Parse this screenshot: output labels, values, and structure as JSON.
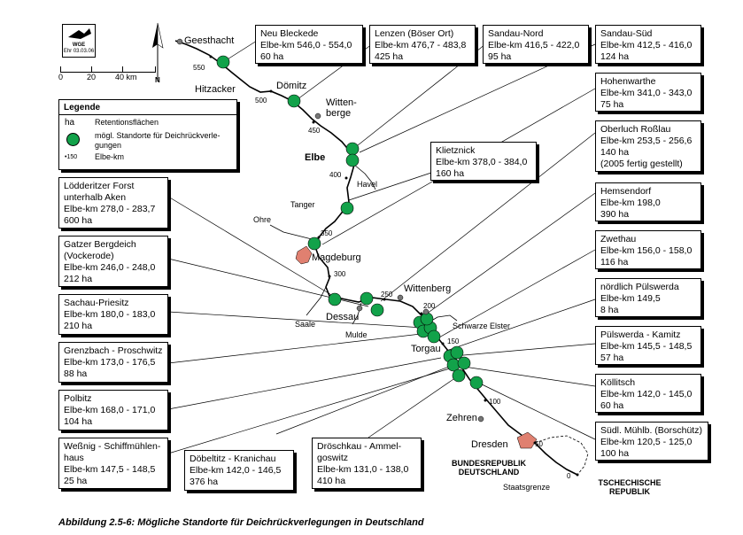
{
  "caption": "Abbildung 2.5-6: Mögliche Standorte für Deichrückverlegungen in Deutschland",
  "logo": {
    "line1": "WGE",
    "line2": "Ehr 03.03.06"
  },
  "scale": {
    "labels": [
      "0",
      "20",
      "40 km"
    ]
  },
  "north": "N",
  "legend": {
    "title": "Legende",
    "ha_key": "ha",
    "ha_text": "Retentionsflächen",
    "site_text": "mögl. Standorte für Deichrückverle-gungen",
    "km_key": "150",
    "km_text": "Elbe-km"
  },
  "places": {
    "geesthacht": "Geesthacht",
    "hitzacker": "Hitzacker",
    "doemitz": "Dömitz",
    "wittenberge": "Witten-berge",
    "tanger": "Tanger",
    "havel": "Havel",
    "ohre": "Ohre",
    "magdeburg": "Magdeburg",
    "dessau": "Dessau",
    "saale": "Saale",
    "mulde": "Mulde",
    "wittenberg": "Wittenberg",
    "schwarze_elster": "Schwarze Elster",
    "torgau": "Torgau",
    "zehren": "Zehren",
    "dresden": "Dresden",
    "staatsgrenze": "Staatsgrenze",
    "elbe": "Elbe"
  },
  "countries": {
    "de": "BUNDESREPUBLIK DEUTSCHLAND",
    "cz": "TSCHECHISCHE REPUBLIK"
  },
  "km_marks": [
    "550",
    "500",
    "450",
    "400",
    "350",
    "300",
    "250",
    "200",
    "150",
    "100",
    "50",
    "0"
  ],
  "sites": [
    {
      "name": "Neu Bleckede",
      "km": "Elbe-km 546,0 - 554,0",
      "ha": "60 ha"
    },
    {
      "name": "Lenzen (Böser Ort)",
      "km": "Elbe-km 476,7 - 483,8",
      "ha": "425 ha"
    },
    {
      "name": "Sandau-Nord",
      "km": "Elbe-km 416,5 - 422,0",
      "ha": "95 ha"
    },
    {
      "name": "Sandau-Süd",
      "km": "Elbe-km 412,5 - 416,0",
      "ha": "124 ha"
    },
    {
      "name": "Hohenwarthe",
      "km": "Elbe-km 341,0 - 343,0",
      "ha": "75 ha"
    },
    {
      "name": "Oberluch Roßlau",
      "km": "Elbe-km 253,5 - 256,6",
      "ha": "140 ha",
      "note": "(2005 fertig gestellt)"
    },
    {
      "name": "Klietznick",
      "km": "Elbe-km 378,0 - 384,0",
      "ha": "160 ha"
    },
    {
      "name": "Hemsendorf",
      "km": "Elbe-km 198,0",
      "ha": "390 ha"
    },
    {
      "name": "Zwethau",
      "km": "Elbe-km 156,0 - 158,0",
      "ha": "116 ha"
    },
    {
      "name": "nördlich Pülswerda",
      "km": "Elbe-km 149,5",
      "ha": "8 ha"
    },
    {
      "name": "Pülswerda - Kamitz",
      "km": "Elbe-km 145,5 - 148,5",
      "ha": "57 ha"
    },
    {
      "name": "Köllitsch",
      "km": "Elbe-km 142,0 - 145,0",
      "ha": "60 ha"
    },
    {
      "name": "Südl. Mühlb. (Borschütz)",
      "km": "Elbe-km 120,5 - 125,0",
      "ha": "100 ha"
    },
    {
      "name": "Lödderitzer Forst unterhalb Aken",
      "km": "Elbe-km 278,0 - 283,7",
      "ha": "600 ha"
    },
    {
      "name": "Gatzer Bergdeich (Vockerode)",
      "km": "Elbe-km 246,0 - 248,0",
      "ha": "212 ha"
    },
    {
      "name": "Sachau-Priesitz",
      "km": "Elbe-km 180,0 - 183,0",
      "ha": "210 ha"
    },
    {
      "name": "Grenzbach - Proschwitz",
      "km": "Elbe-km 173,0 - 176,5",
      "ha": "88 ha"
    },
    {
      "name": "Polbitz",
      "km": "Elbe-km 168,0 - 171,0",
      "ha": "104 ha"
    },
    {
      "name": "Weßnig - Schiffmühlen-haus",
      "km": "Elbe-km 147,5 - 148,5",
      "ha": "25 ha"
    },
    {
      "name": "Döbeltitz - Kranichau",
      "km": "Elbe-km 142,0 - 146,5",
      "ha": "376 ha"
    },
    {
      "name": "Dröschkau - Ammel-goswitz",
      "km": "Elbe-km 131,0 - 138,0",
      "ha": "410 ha"
    }
  ]
}
